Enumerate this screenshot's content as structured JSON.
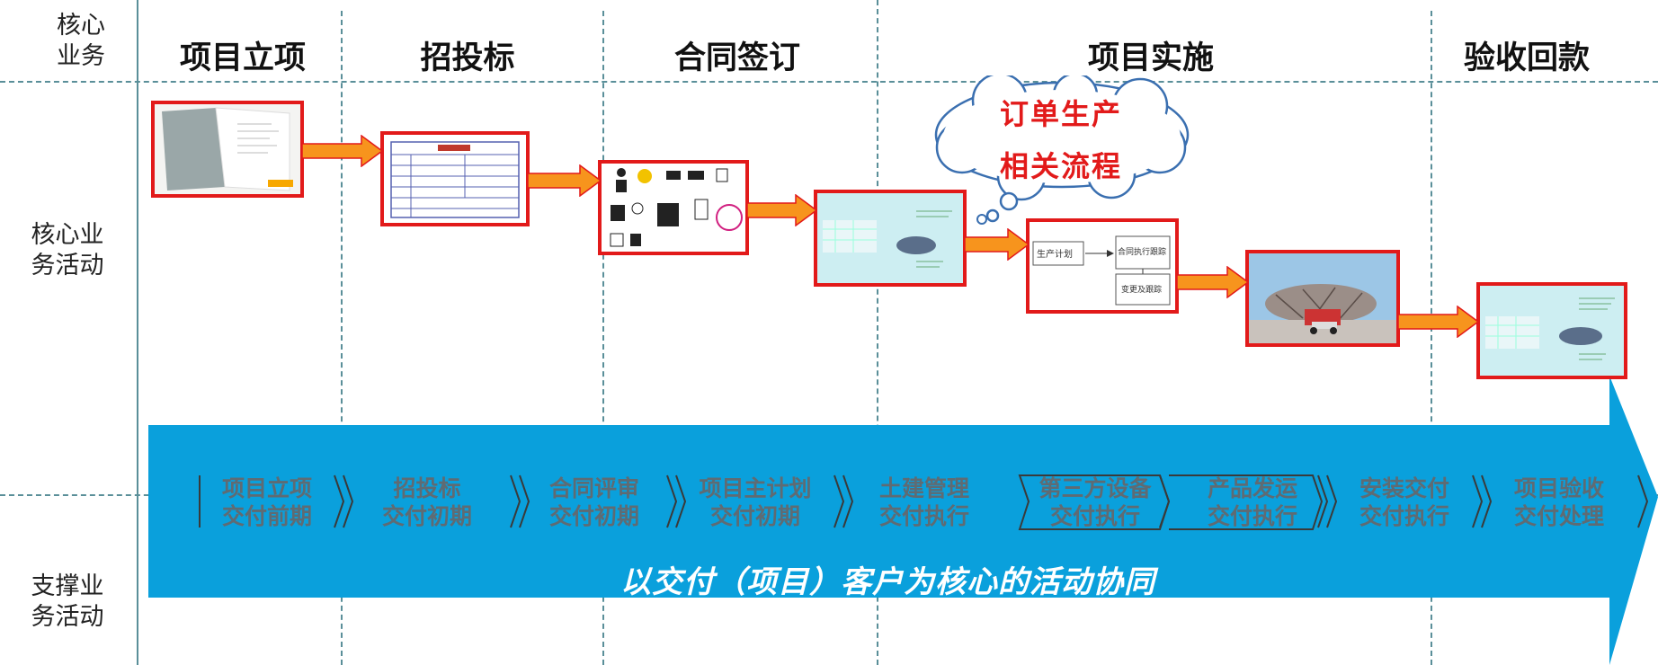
{
  "rows": {
    "core_business": [
      "核心",
      "业务"
    ],
    "core_activities": [
      "核心业",
      "务活动"
    ],
    "support_activities": [
      "支撑业",
      "务活动"
    ]
  },
  "phases": [
    "项目立项",
    "招投标",
    "合同签订",
    "项目实施",
    "验收回款"
  ],
  "cloud": {
    "line1": "订单生产",
    "line2": "相关流程"
  },
  "flowchart": {
    "box1": "生产计划",
    "box2": "合同执行跟踪",
    "box3": "变更及跟踪"
  },
  "band": {
    "label": "以交付（项目）客户为核心的活动协同",
    "stages": [
      {
        "line1": "项目立项",
        "line2": "交付前期"
      },
      {
        "line1": "招投标",
        "line2": "交付初期"
      },
      {
        "line1": "合同评审",
        "line2": "交付初期"
      },
      {
        "line1": "项目主计划",
        "line2": "交付初期"
      },
      {
        "line1": "土建管理",
        "line2": "交付执行"
      },
      {
        "line1": "第三方设备",
        "line2": "交付执行"
      },
      {
        "line1": "产品发运",
        "line2": "交付执行"
      },
      {
        "line1": "安装交付",
        "line2": "交付执行"
      },
      {
        "line1": "项目验收",
        "line2": "交付处理"
      }
    ]
  },
  "colors": {
    "frame": "#e21a1a",
    "arrow": "#f7941d",
    "band": "#0aa0dc",
    "grid": "#5a8f99",
    "cloud_text": "#e21a1a"
  }
}
